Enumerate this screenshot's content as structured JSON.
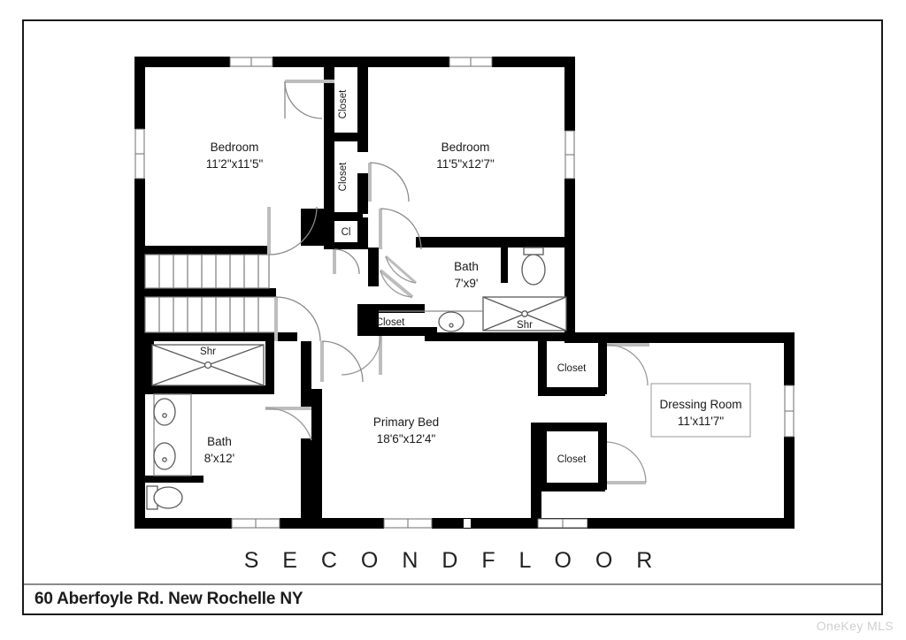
{
  "document": {
    "floor_title": "S E C O N D   F L O O R",
    "address": "60 Aberfoyle Rd. New Rochelle NY",
    "watermark": "OneKey MLS"
  },
  "colors": {
    "wall": "#000000",
    "fixture_stroke": "#555555",
    "text": "#1a1a1a",
    "frame": "#1a1a1a",
    "divider": "#8a8a8a",
    "watermark": "#cfcfcf"
  },
  "rooms": [
    {
      "id": "bedroom-left",
      "name": "Bedroom",
      "dimensions": "11'2\"x11'5\""
    },
    {
      "id": "bedroom-right",
      "name": "Bedroom",
      "dimensions": "11'5\"x12'7\""
    },
    {
      "id": "bath-upper",
      "name": "Bath",
      "dimensions": "7'x9'"
    },
    {
      "id": "bath-lower",
      "name": "Bath",
      "dimensions": "8'x12'"
    },
    {
      "id": "primary-bed",
      "name": "Primary Bed",
      "dimensions": "18'6\"x12'4\""
    },
    {
      "id": "dressing-room",
      "name": "Dressing Room",
      "dimensions": "11'x11'7\""
    }
  ],
  "closets": [
    {
      "id": "closet-top",
      "label": "Closet"
    },
    {
      "id": "closet-middle",
      "label": "Closet"
    },
    {
      "id": "closet-small",
      "label": "Cl"
    },
    {
      "id": "closet-hall",
      "label": "Closet"
    },
    {
      "id": "closet-dressing-a",
      "label": "Closet"
    },
    {
      "id": "closet-dressing-b",
      "label": "Closet"
    }
  ],
  "fixtures": [
    {
      "id": "shower-upper",
      "label": "Shr"
    },
    {
      "id": "shower-lower",
      "label": "Shr"
    }
  ]
}
